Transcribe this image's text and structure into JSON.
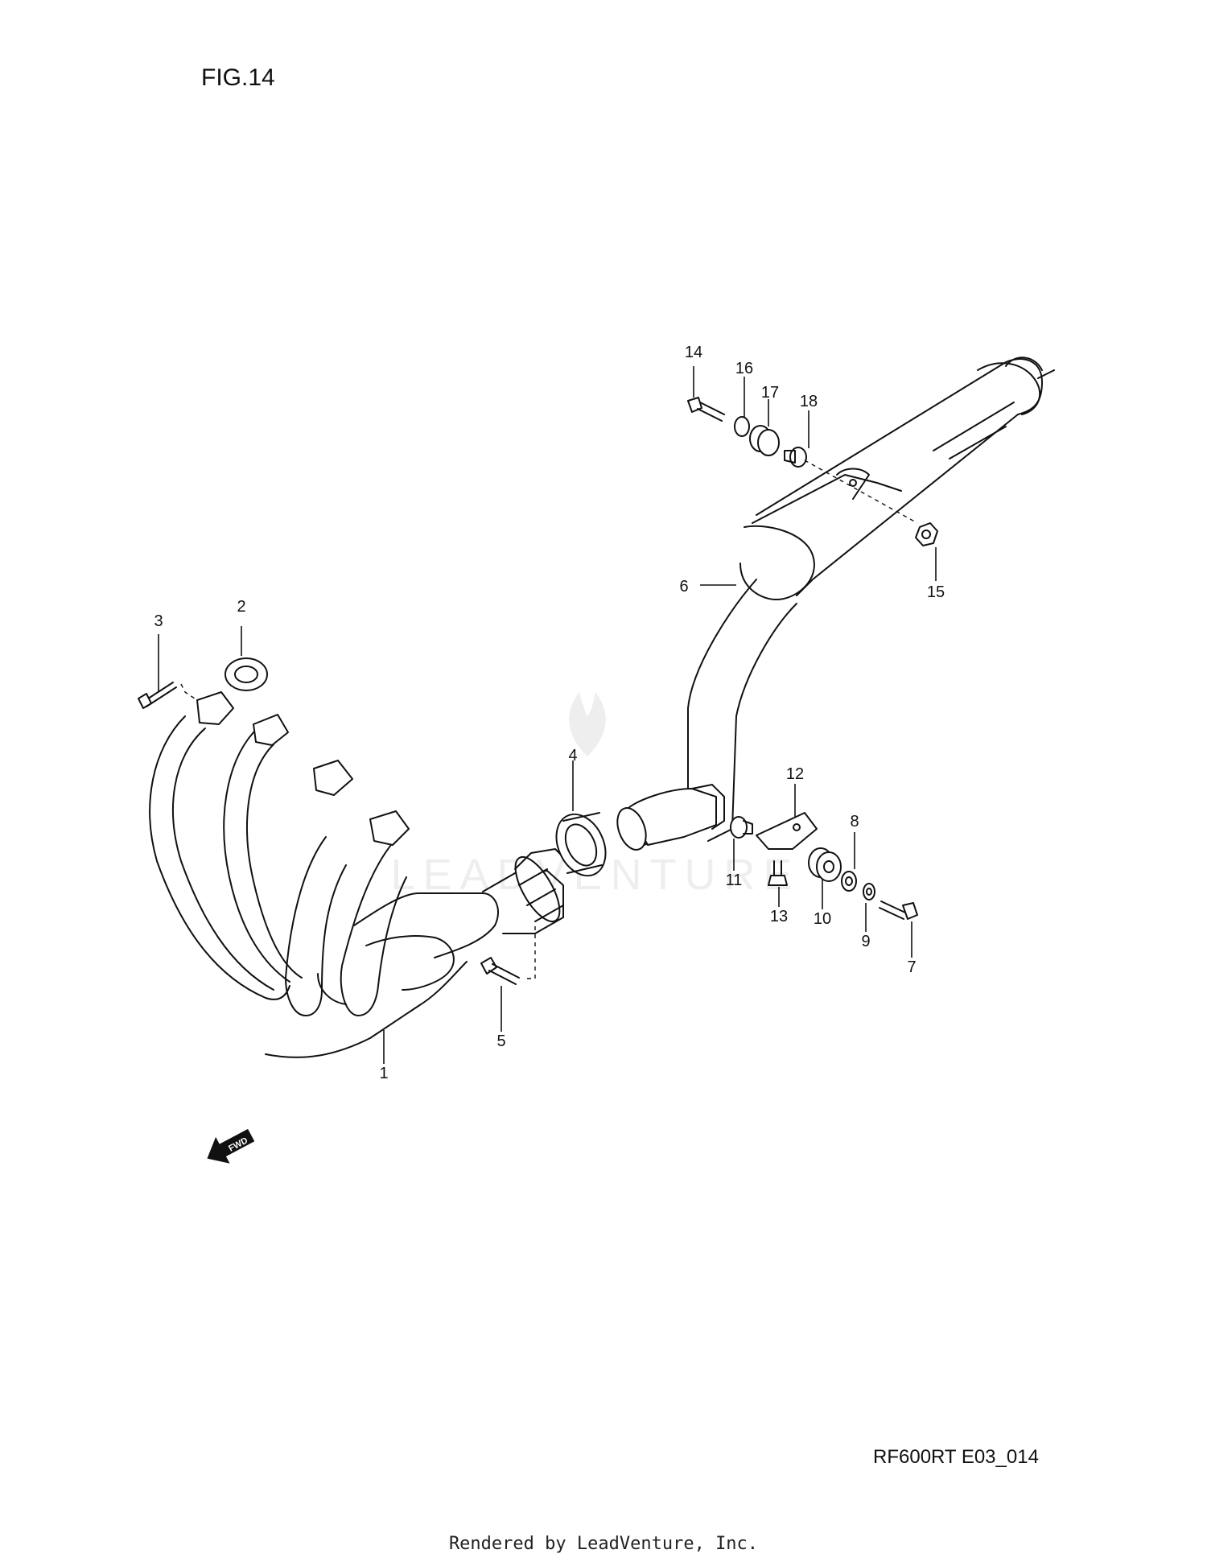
{
  "figure_title": "FIG.14",
  "drawing_code": "RF600RT E03_014",
  "credit": "Rendered by LeadVenture, Inc.",
  "watermark": "LEADVENTURE",
  "fwd_arrow_label": "FWD",
  "callouts": {
    "c1": "1",
    "c2": "2",
    "c3": "3",
    "c4": "4",
    "c5": "5",
    "c6": "6",
    "c7": "7",
    "c8": "8",
    "c9": "9",
    "c10": "10",
    "c11": "11",
    "c12": "12",
    "c13": "13",
    "c14": "14",
    "c15": "15",
    "c16": "16",
    "c17": "17",
    "c18": "18"
  }
}
